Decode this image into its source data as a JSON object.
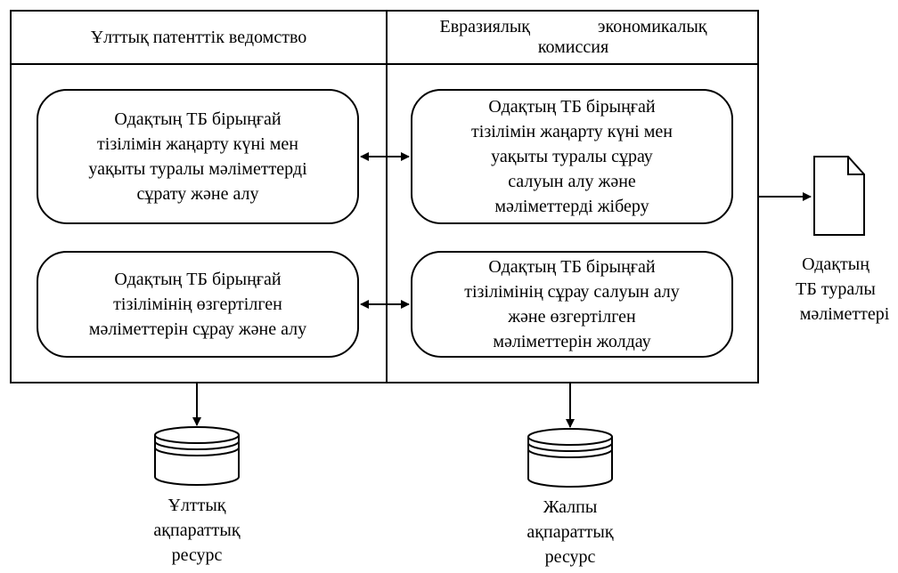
{
  "lanes": {
    "left_title": "Ұлттық патенттік ведомство",
    "right_title": "Евразиялық экономикалық комиссия"
  },
  "processes": {
    "left_top": [
      "Одақтың ТБ бірыңғай",
      "тізілімін жаңарту күні мен",
      "уақыты туралы мәліметтерді",
      "сұрату және алу"
    ],
    "left_bottom": [
      "Одақтың ТБ бірыңғай",
      "тізілімінің өзгертілген",
      "мәліметтерін сұрау және алу"
    ],
    "right_top": [
      "Одақтың ТБ бірыңғай",
      "тізілімін жаңарту күні мен",
      "уақыты туралы сұрау",
      "салуын алу және",
      "мәліметтерді жіберу"
    ],
    "right_bottom": [
      "Одақтың ТБ бірыңғай",
      "тізілімінің сұрау салуын алу",
      "және өзгертілген",
      "мәліметтерін жолдау"
    ]
  },
  "document_label": [
    "Одақтың",
    "ТБ туралы",
    "мәліметтері"
  ],
  "storage": {
    "national": [
      "Ұлттық",
      "ақпараттық",
      "ресурс"
    ],
    "general": [
      "Жалпы",
      "ақпараттық",
      "ресурс"
    ]
  }
}
